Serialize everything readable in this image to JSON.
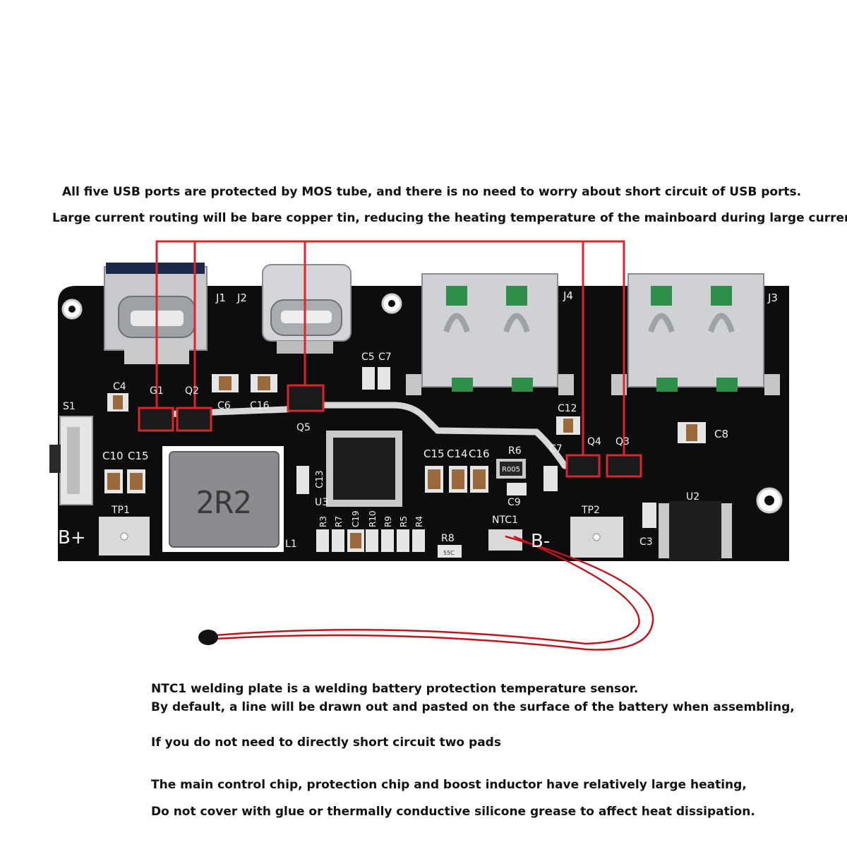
{
  "top_text": {
    "line1": "All five USB ports are protected by MOS tube, and there is no need to worry about short circuit of USB ports.",
    "line2": "Large current routing will be bare copper tin, reducing the heating temperature of the mainboard during large current."
  },
  "bottom_text": {
    "line1": "NTC1 welding plate is a welding battery protection temperature sensor.",
    "line2": "By default, a line will be drawn out and pasted on the surface of the battery when assembling,",
    "line3": "If you do not need to directly short circuit two pads",
    "line4": "The main control chip, protection chip and boost inductor have relatively large heating,",
    "line5": "Do not cover with glue or thermally conductive silicone grease to affect heat dissipation."
  },
  "pcb_labels": {
    "J1": "J1",
    "J2": "J2",
    "J3": "J3",
    "J4": "J4",
    "C4": "C4",
    "G1": "G1",
    "Q2": "Q2",
    "C6": "C6",
    "C16a": "C16",
    "C5": "C5",
    "C7a": "C7",
    "Q5": "Q5",
    "S1": "S1",
    "C10": "C10",
    "C15a": "C15",
    "TP1": "TP1",
    "B_plus": "B+",
    "inductor": "2R2",
    "L1": "L1",
    "C13": "C13",
    "U3": "U3",
    "R3": "R3",
    "R7": "R7",
    "C19": "C19",
    "R10": "R10",
    "R9": "R9",
    "R5": "R5",
    "R4": "R4",
    "R8": "R8",
    "R8_marking": "55C",
    "C15b": "C15",
    "C14": "C14",
    "C16b": "C16",
    "R6": "R6",
    "R6_marking": "R005",
    "C9": "C9",
    "C7b": "C7",
    "C12": "C12",
    "Q4": "Q4",
    "Q3": "Q3",
    "C8": "C8",
    "NTC1": "NTC1",
    "B_minus": "B-",
    "TP2": "TP2",
    "C3": "C3",
    "U2": "U2"
  },
  "colors": {
    "board": "#0d0d0d",
    "silkscreen": "#f2f2f2",
    "highlight": "#d9262b",
    "wire": "#c0151c",
    "copper_trace": "#d8d8d8"
  }
}
